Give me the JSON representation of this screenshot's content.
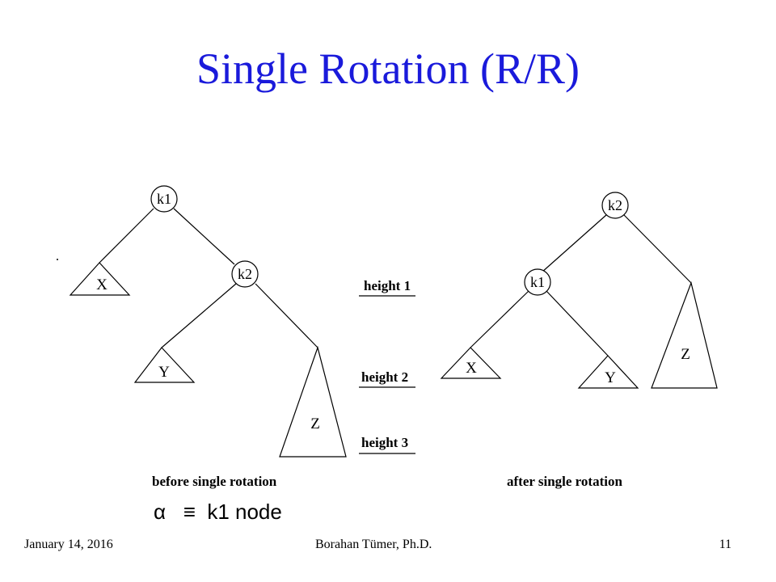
{
  "slide": {
    "title": "Single Rotation (R/R)",
    "title_color": "#1a1adb"
  },
  "diagram": {
    "before": {
      "root": "k1",
      "child": "k2",
      "subtrees": [
        "X",
        "Y",
        "Z"
      ],
      "caption": "before single rotation"
    },
    "after": {
      "root": "k2",
      "child": "k1",
      "subtrees": [
        "X",
        "Y",
        "Z"
      ],
      "caption": "after single rotation"
    },
    "height_labels": [
      "height 1",
      "height 2",
      "height 3"
    ]
  },
  "legend": {
    "symbol": "α",
    "equiv": "≡",
    "text": "k1 node"
  },
  "footer": {
    "date": "January 14, 2016",
    "author": "Borahan Tümer, Ph.D.",
    "page": "11"
  }
}
